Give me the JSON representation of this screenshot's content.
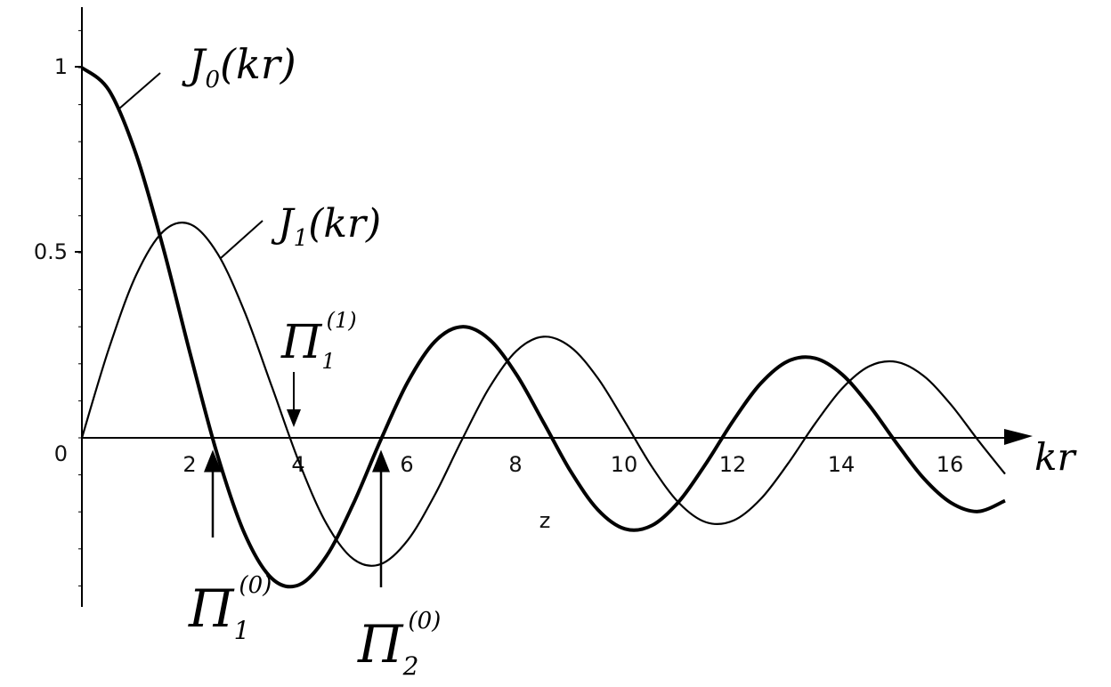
{
  "chart_data": {
    "type": "line",
    "x_ticks": [
      "2",
      "4",
      "6",
      "8",
      "10",
      "12",
      "14",
      "16"
    ],
    "y_ticks": [
      "1",
      "0.5",
      "0"
    ],
    "xlabel": "z",
    "axis_arrow_label": "kr",
    "xlim": [
      0,
      17
    ],
    "ylim": [
      -0.45,
      1.15
    ],
    "grid": false,
    "series": [
      {
        "name": "J₀(kr)",
        "label_main": "J",
        "label_sub": "0",
        "label_args": "(kr)",
        "stroke": "thick",
        "x": [
          0,
          0.5,
          1,
          1.5,
          2,
          2.5,
          3,
          3.5,
          4,
          4.5,
          5,
          5.5,
          6,
          6.5,
          7,
          7.5,
          8,
          8.5,
          9,
          9.5,
          10,
          10.5,
          11,
          11.5,
          12,
          12.5,
          13,
          13.5,
          14,
          14.5,
          15,
          15.5,
          16,
          16.5,
          17
        ],
        "y": [
          1.0,
          0.9385,
          0.7652,
          0.5118,
          0.2239,
          -0.0484,
          -0.2601,
          -0.3801,
          -0.3971,
          -0.3205,
          -0.1776,
          -0.0068,
          0.1506,
          0.2601,
          0.3001,
          0.2663,
          0.1717,
          0.0419,
          -0.0903,
          -0.1939,
          -0.2459,
          -0.2366,
          -0.1712,
          -0.0677,
          0.0477,
          0.1469,
          0.2069,
          0.215,
          0.1711,
          0.0875,
          -0.0142,
          -0.1092,
          -0.1749,
          -0.199,
          -0.1699
        ]
      },
      {
        "name": "J₁(kr)",
        "label_main": "J",
        "label_sub": "1",
        "label_args": "(kr)",
        "stroke": "thin",
        "x": [
          0,
          0.5,
          1,
          1.5,
          2,
          2.5,
          3,
          3.5,
          4,
          4.5,
          5,
          5.5,
          6,
          6.5,
          7,
          7.5,
          8,
          8.5,
          9,
          9.5,
          10,
          10.5,
          11,
          11.5,
          12,
          12.5,
          13,
          13.5,
          14,
          14.5,
          15,
          15.5,
          16,
          16.5,
          17
        ],
        "y": [
          0.0,
          0.2423,
          0.4401,
          0.5579,
          0.5767,
          0.4971,
          0.3391,
          0.1374,
          -0.066,
          -0.2311,
          -0.3276,
          -0.3414,
          -0.2767,
          -0.1538,
          -0.0047,
          0.1352,
          0.2346,
          0.2731,
          0.2453,
          0.1613,
          0.0435,
          -0.0789,
          -0.1768,
          -0.2284,
          -0.2234,
          -0.1655,
          -0.0703,
          0.038,
          0.1334,
          0.1934,
          0.2051,
          0.1672,
          0.0904,
          -0.0058,
          -0.0977
        ]
      }
    ],
    "annotations": [
      {
        "name": "Π₁⁽¹⁾",
        "main": "Π",
        "sub": "1",
        "sup": "(1)",
        "x": 3.832,
        "direction": "down"
      },
      {
        "name": "Π₁⁽⁰⁾",
        "main": "Π",
        "sub": "1",
        "sup": "(0)",
        "x": 2.405,
        "direction": "up"
      },
      {
        "name": "Π₂⁽⁰⁾",
        "main": "Π",
        "sub": "2",
        "sup": "(0)",
        "x": 5.52,
        "direction": "up"
      }
    ]
  }
}
